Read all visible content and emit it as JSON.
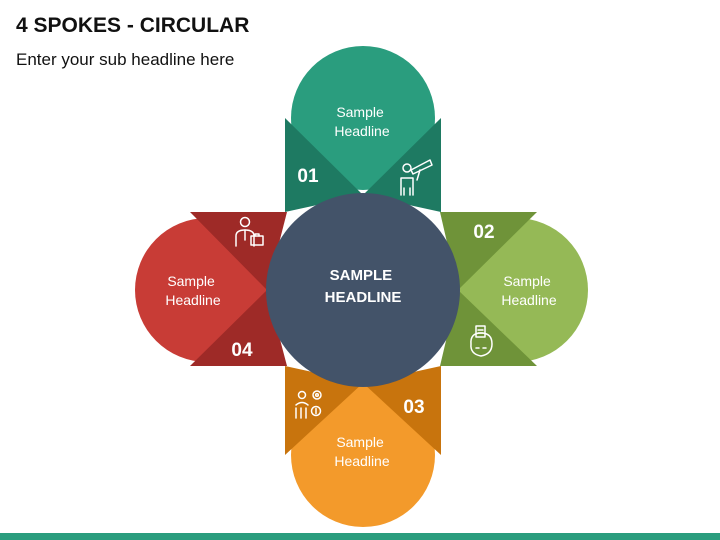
{
  "header": {
    "title": "4 SPOKES - CIRCULAR",
    "subtitle": "Enter your sub headline here"
  },
  "center": {
    "line1": "SAMPLE",
    "line2": "HEADLINE",
    "color": "#435369"
  },
  "spokes": [
    {
      "number": "01",
      "line1": "Sample",
      "line2": "Headline",
      "icon": "telescope-person-icon",
      "color": "#2a9d7e",
      "dark": "#1e7a62"
    },
    {
      "number": "02",
      "line1": "Sample",
      "line2": "Headline",
      "icon": "idea-head-icon",
      "color": "#95b956",
      "dark": "#6f9339"
    },
    {
      "number": "03",
      "line1": "Sample",
      "line2": "Headline",
      "icon": "team-settings-icon",
      "color": "#f39a2b",
      "dark": "#c8740d"
    },
    {
      "number": "04",
      "line1": "Sample",
      "line2": "Headline",
      "icon": "businessman-briefcase-icon",
      "color": "#c83c36",
      "dark": "#9e2a27"
    }
  ],
  "footer": {
    "bar_color": "#2a9d7e"
  }
}
